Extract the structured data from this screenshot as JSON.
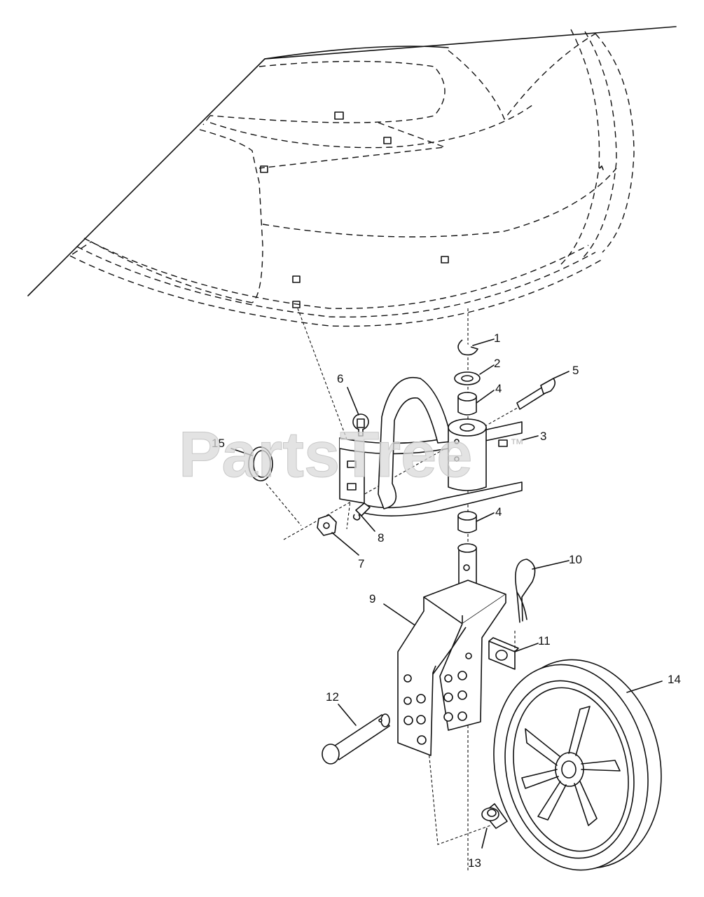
{
  "watermark": {
    "text": "PartsTree",
    "trademark": "™"
  },
  "callouts": [
    {
      "id": "1",
      "label": "1"
    },
    {
      "id": "2",
      "label": "2"
    },
    {
      "id": "3",
      "label": "3"
    },
    {
      "id": "4a",
      "label": "4"
    },
    {
      "id": "4b",
      "label": "4"
    },
    {
      "id": "5",
      "label": "5"
    },
    {
      "id": "6",
      "label": "6"
    },
    {
      "id": "7",
      "label": "7"
    },
    {
      "id": "8",
      "label": "8"
    },
    {
      "id": "9",
      "label": "9"
    },
    {
      "id": "10",
      "label": "10"
    },
    {
      "id": "11",
      "label": "11"
    },
    {
      "id": "12",
      "label": "12"
    },
    {
      "id": "13",
      "label": "13"
    },
    {
      "id": "14",
      "label": "14"
    },
    {
      "id": "15",
      "label": "15"
    }
  ]
}
